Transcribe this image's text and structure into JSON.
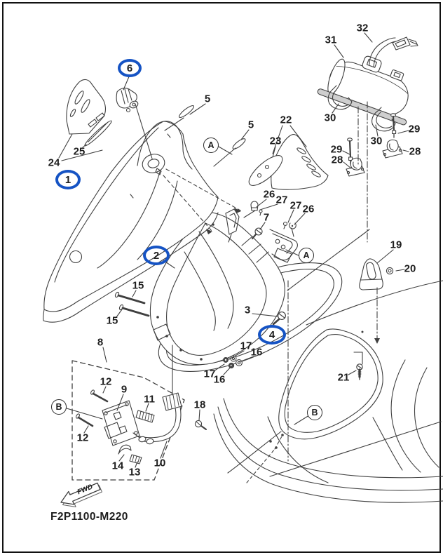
{
  "diagram": {
    "code": "F2P1100-M220",
    "fwd": "FWD"
  },
  "colors": {
    "line": "#3f3f3f",
    "highlight": "#1553c4",
    "background": "#ffffff"
  },
  "callouts": [
    {
      "text": "6"
    },
    {
      "text": "5"
    },
    {
      "text": "25"
    },
    {
      "text": "24"
    },
    {
      "text": "1"
    },
    {
      "text": "A"
    },
    {
      "text": "5"
    },
    {
      "text": "22"
    },
    {
      "text": "23"
    },
    {
      "text": "31"
    },
    {
      "text": "32"
    },
    {
      "text": "30"
    },
    {
      "text": "30"
    },
    {
      "text": "29"
    },
    {
      "text": "28"
    },
    {
      "text": "29"
    },
    {
      "text": "28"
    },
    {
      "text": "26"
    },
    {
      "text": "27"
    },
    {
      "text": "27"
    },
    {
      "text": "26"
    },
    {
      "text": "7"
    },
    {
      "text": "2"
    },
    {
      "text": "A"
    },
    {
      "text": "19"
    },
    {
      "text": "20"
    },
    {
      "text": "15"
    },
    {
      "text": "15"
    },
    {
      "text": "3"
    },
    {
      "text": "4"
    },
    {
      "text": "17"
    },
    {
      "text": "16"
    },
    {
      "text": "17"
    },
    {
      "text": "16"
    },
    {
      "text": "8"
    },
    {
      "text": "12"
    },
    {
      "text": "9"
    },
    {
      "text": "11"
    },
    {
      "text": "B"
    },
    {
      "text": "12"
    },
    {
      "text": "14"
    },
    {
      "text": "13"
    },
    {
      "text": "10"
    },
    {
      "text": "18"
    },
    {
      "text": "21"
    },
    {
      "text": "B"
    }
  ]
}
